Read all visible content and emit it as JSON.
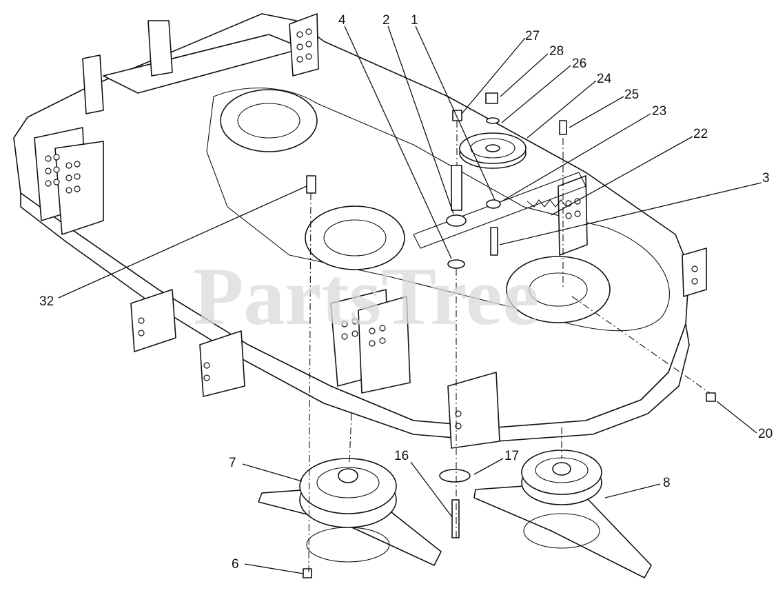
{
  "watermark": "PartsTree",
  "diagram": {
    "callouts": [
      {
        "id": "c1",
        "label": "1"
      },
      {
        "id": "c2",
        "label": "2"
      },
      {
        "id": "c3",
        "label": "3"
      },
      {
        "id": "c4",
        "label": "4"
      },
      {
        "id": "c6",
        "label": "6"
      },
      {
        "id": "c7",
        "label": "7"
      },
      {
        "id": "c8",
        "label": "8"
      },
      {
        "id": "c16",
        "label": "16"
      },
      {
        "id": "c17",
        "label": "17"
      },
      {
        "id": "c20",
        "label": "20"
      },
      {
        "id": "c22",
        "label": "22"
      },
      {
        "id": "c23",
        "label": "23"
      },
      {
        "id": "c24",
        "label": "24"
      },
      {
        "id": "c25",
        "label": "25"
      },
      {
        "id": "c26",
        "label": "26"
      },
      {
        "id": "c27",
        "label": "27"
      },
      {
        "id": "c28",
        "label": "28"
      },
      {
        "id": "c32",
        "label": "32"
      }
    ]
  }
}
